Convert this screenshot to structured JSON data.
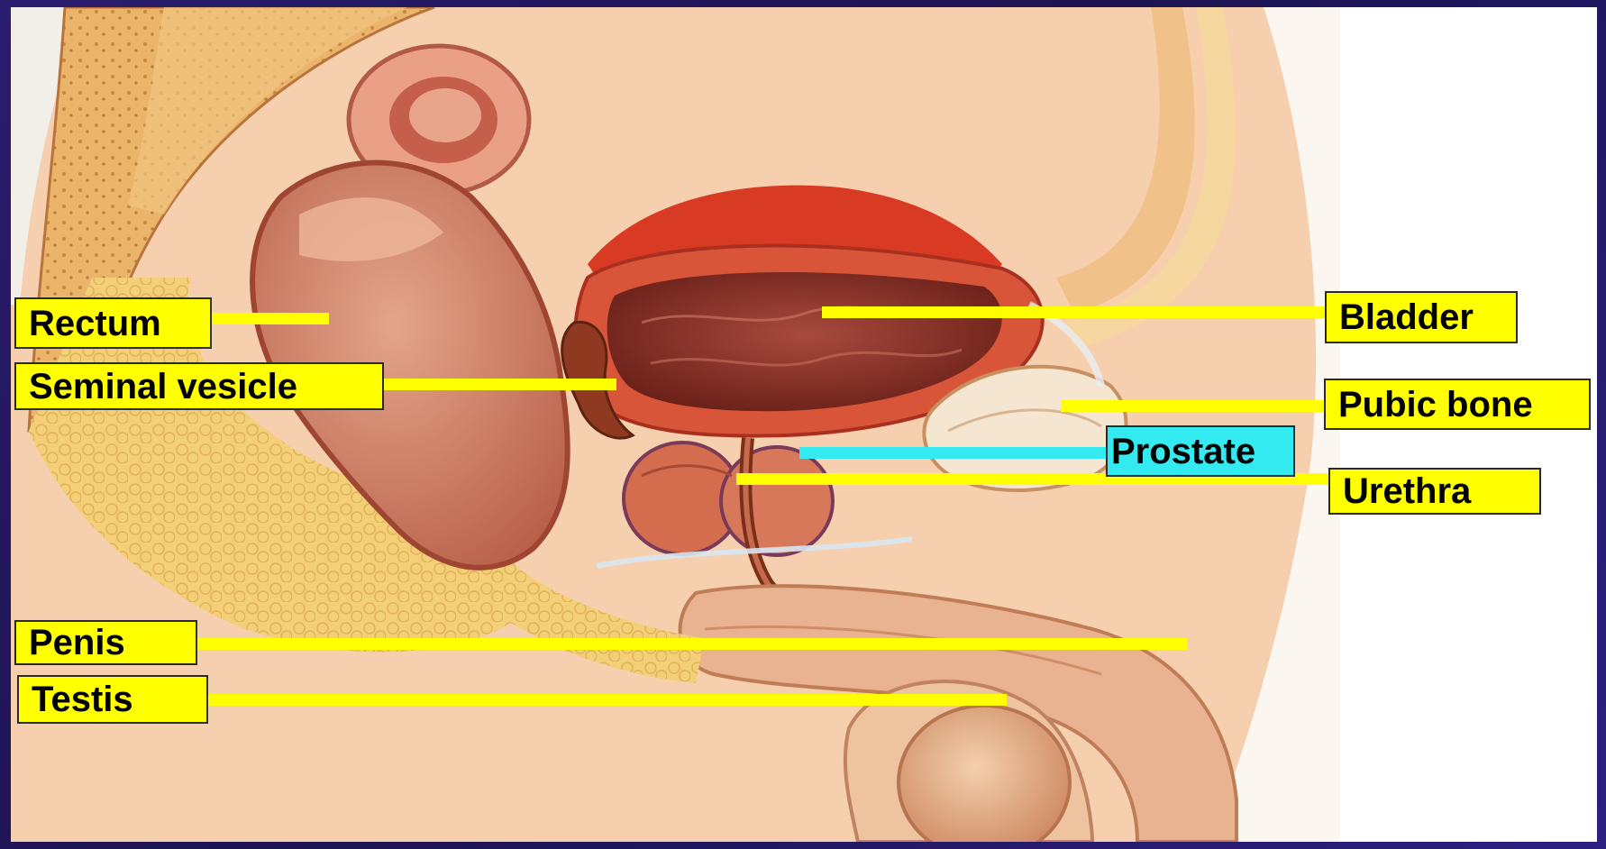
{
  "labels": {
    "rectum": "Rectum",
    "seminal_vesicle": "Seminal vesicle",
    "penis": "Penis",
    "testis": "Testis",
    "bladder": "Bladder",
    "pubic_bone": "Pubic bone",
    "prostate": "Prostate",
    "urethra": "Urethra"
  },
  "colors": {
    "label_fill": "#ffff00",
    "highlight_fill": "#33eaf0",
    "slide_background": "#24185a"
  }
}
